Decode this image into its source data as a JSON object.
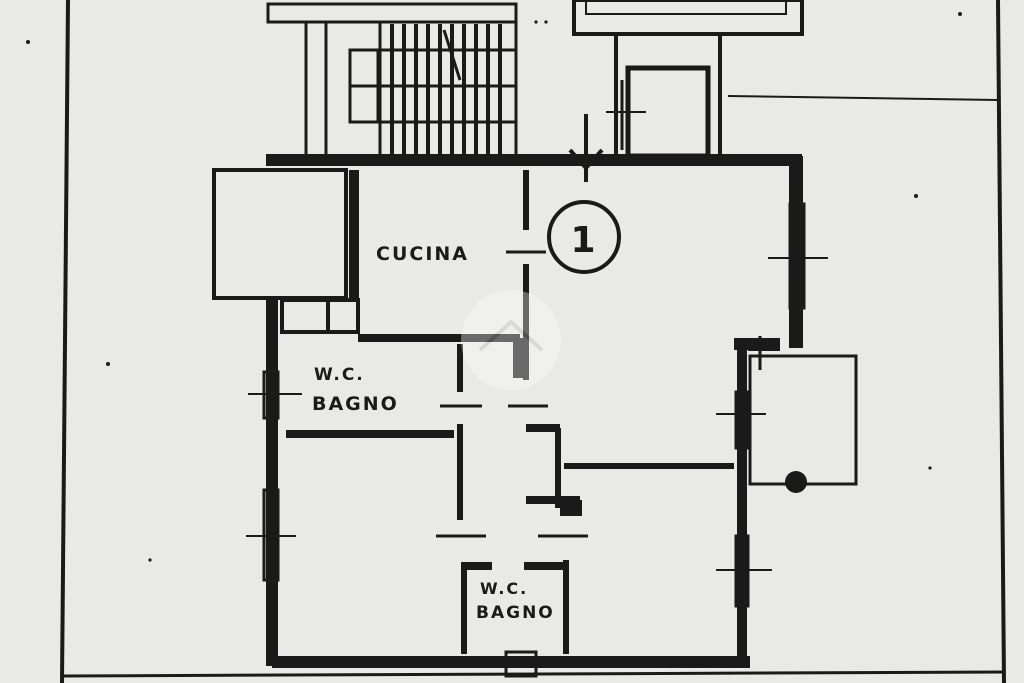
{
  "plan": {
    "unit_number": "1",
    "rooms": {
      "kitchen": "CUCINA",
      "wc_upper_line1": "W.C.",
      "wc_upper_line2": "BAGNO",
      "wc_lower_line1": "W.C.",
      "wc_lower_line2": "BAGNO"
    },
    "colors": {
      "paper": "#e9e9e7",
      "ink": "#1a1a1a"
    }
  }
}
